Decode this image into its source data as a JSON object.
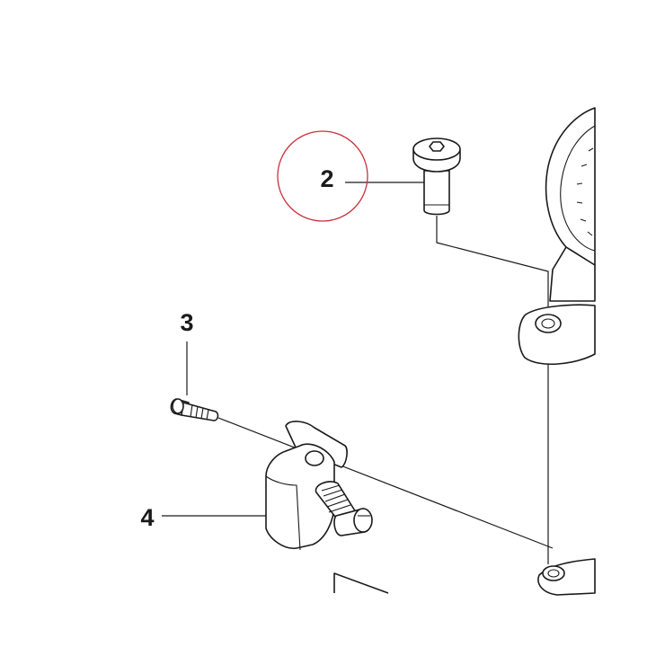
{
  "callouts": {
    "part_2": "2",
    "part_3": "3",
    "part_4": "4"
  },
  "highlight": {
    "circled_callout": "2",
    "circle_color": "#c8323c"
  },
  "colors": {
    "line": "#1a1a1a",
    "background": "#ffffff"
  }
}
